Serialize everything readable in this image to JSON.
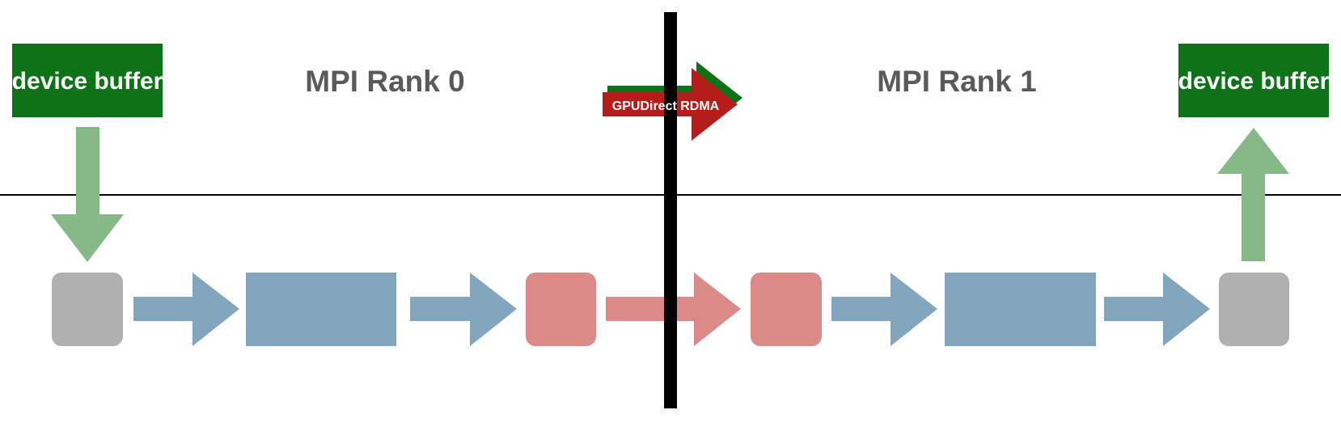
{
  "rank_left": {
    "label": "MPI Rank 0"
  },
  "rank_right": {
    "label": "MPI Rank 1"
  },
  "buffer_left": {
    "label": "device buffer"
  },
  "buffer_right": {
    "label": "device buffer"
  },
  "rdma": {
    "label": "GPUDirect RDMA"
  },
  "colors": {
    "buffer": "#0e7316",
    "buffer_arrow": "#86b987",
    "host_box": "#b0b0b0",
    "pipeline_box": "#83a6bf",
    "pipeline_arrow": "#83a6bf",
    "nic_box": "#da8a88",
    "nic_arrow": "#da8a88",
    "rdma_red": "#b71c1c",
    "rdma_green": "#0e7316",
    "divider": "#000000"
  }
}
